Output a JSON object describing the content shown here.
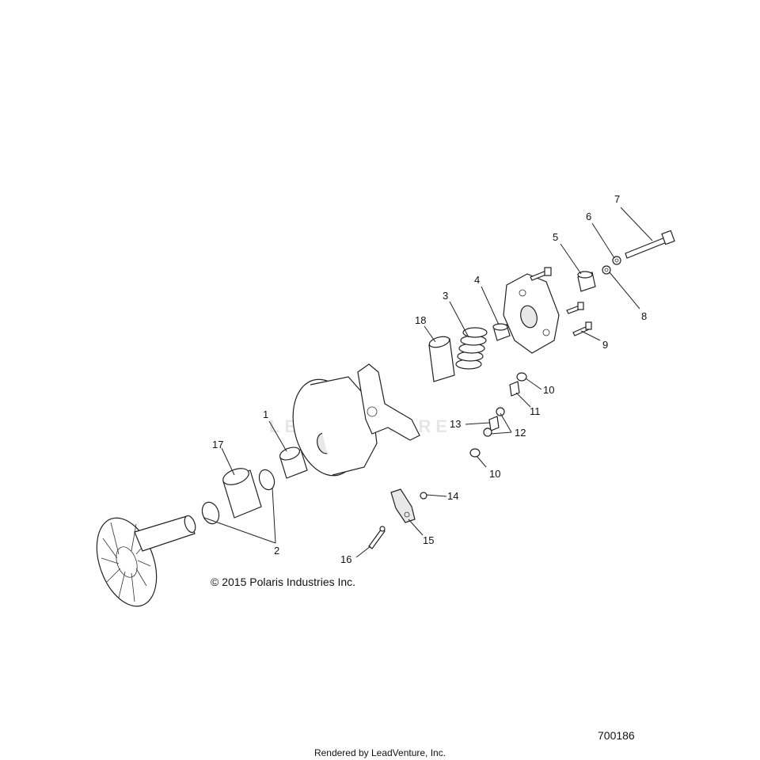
{
  "diagram": {
    "callouts": [
      {
        "id": "1",
        "label": "1"
      },
      {
        "id": "2",
        "label": "2"
      },
      {
        "id": "3",
        "label": "3"
      },
      {
        "id": "4",
        "label": "4"
      },
      {
        "id": "5",
        "label": "5"
      },
      {
        "id": "6",
        "label": "6"
      },
      {
        "id": "7",
        "label": "7"
      },
      {
        "id": "8",
        "label": "8"
      },
      {
        "id": "9",
        "label": "9"
      },
      {
        "id": "10a",
        "label": "10"
      },
      {
        "id": "10b",
        "label": "10"
      },
      {
        "id": "11",
        "label": "11"
      },
      {
        "id": "12",
        "label": "12"
      },
      {
        "id": "13",
        "label": "13"
      },
      {
        "id": "14",
        "label": "14"
      },
      {
        "id": "15",
        "label": "15"
      },
      {
        "id": "16",
        "label": "16"
      },
      {
        "id": "17",
        "label": "17"
      },
      {
        "id": "18",
        "label": "18"
      }
    ],
    "copyright": "© 2015 Polaris Industries Inc.",
    "figure_number": "700186",
    "rendered_by": "Rendered by LeadVenture, Inc.",
    "watermark": "LEADVENTURE"
  }
}
